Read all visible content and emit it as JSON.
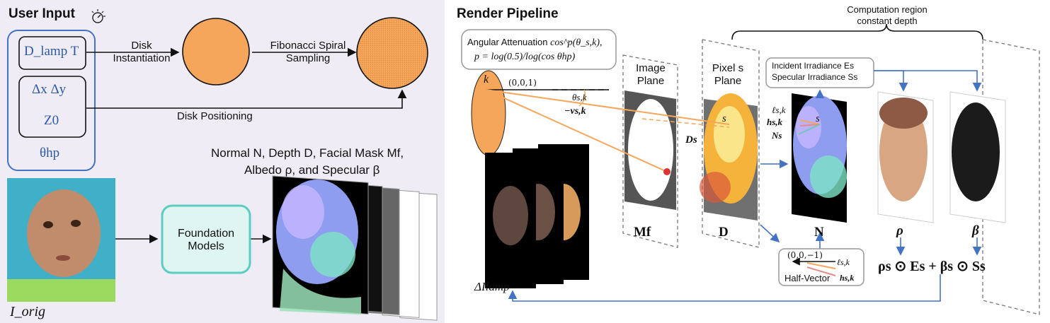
{
  "user_input": {
    "title": "User Input",
    "params_1": "D_lamp  T",
    "params_2a": "Δx  Δy",
    "params_2b": "Z0",
    "param_theta": "θhp",
    "arrow_disk_instantiation": "Disk Instantiation",
    "arrow_fibonacci": "Fibonacci Spiral Sampling",
    "arrow_disk_positioning": "Disk Positioning",
    "maps_caption_1": "Normal N, Depth D, Facial Mask Mf,",
    "maps_caption_2": "Albedo ρ, and Specular β",
    "foundation_models": "Foundation Models",
    "input_image_label": "I_orig"
  },
  "render_pipeline": {
    "title": "Render Pipeline",
    "computation_region_1": "Computation region",
    "computation_region_2": "constant depth",
    "angular_attenuation_label": "Angular Attenuation",
    "angular_attenuation_formula": "cos^p(θ_s,k),",
    "p_formula": "p = log(0.5)/log(cos θhp)",
    "point_k": "k",
    "vector_001": "(0,0,1)",
    "theta_sk": "θs,k",
    "minus_v": "−vs,k",
    "image_plane": "Image Plane",
    "pixel_plane": "Pixel s Plane",
    "s_label": "s",
    "d_s": "Ds",
    "incident": "Incident Irradiance Es",
    "specular": "Specular Irradiance Ss",
    "l_sk": "ℓs,k",
    "h_sk": "hs,k",
    "n_s": "Ns",
    "half_vector": "Half-Vector",
    "vector_00m1": "(0,0,−1)",
    "plane_mf": "Mf",
    "plane_d": "D",
    "plane_n": "N",
    "plane_rho": "ρ",
    "plane_beta": "β",
    "equation": "ρs ⊙ Es + βs ⊙ Ss",
    "delta_i_lamp": "ΔIlamp"
  },
  "colors": {
    "accent_blue": "#4472c4",
    "disk_orange": "#f5a65b",
    "teal": "#5ccdc0",
    "teal_fill": "#dff5f1",
    "panel_bg": "#efecf5"
  }
}
